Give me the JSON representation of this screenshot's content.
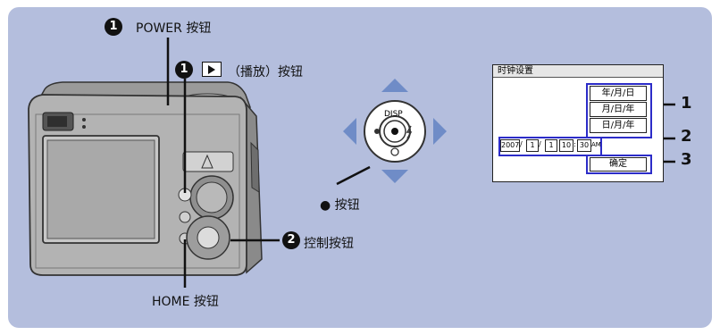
{
  "labels": {
    "power": "POWER 按钮",
    "play": "（播放）按钮",
    "dot_btn": "● 按钮",
    "control": "控制按钮",
    "home": "HOME 按钮"
  },
  "badges": {
    "one": "1",
    "two": "2"
  },
  "dial": {
    "disp": "DISP"
  },
  "screen": {
    "title": "时钟设置",
    "options": [
      "年/月/日",
      "月/日/年",
      "日/月/年"
    ],
    "date_fields": [
      "2007",
      "1",
      "1",
      "10",
      "30"
    ],
    "separators": [
      "/",
      "/",
      "",
      ":"
    ],
    "ampm": "AM",
    "ok_label": "确定"
  },
  "callouts": [
    "1",
    "2",
    "3"
  ],
  "colors": {
    "panel": "#b4bedd",
    "arrow": "#6f8cc7",
    "line": "#111111"
  }
}
